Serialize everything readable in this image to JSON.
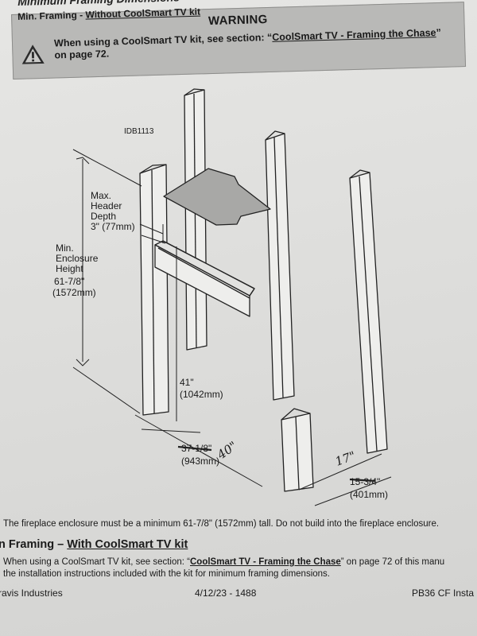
{
  "header": {
    "page_heading": "Minimum Framing Dimensions",
    "subheading_prefix": "Min. Framing - ",
    "subheading_link": "Without CoolSmart TV kit"
  },
  "warning": {
    "title": "WARNING",
    "text_prefix": "When using a CoolSmart TV kit, see section: “",
    "text_link": "CoolSmart TV - Framing the Chase",
    "text_suffix": "” on page 72."
  },
  "diagram": {
    "id_label": "IDB1113",
    "header_label_lines": [
      "Max.",
      "Header",
      "Depth",
      "3\" (77mm)"
    ],
    "enclosure_label_lines": [
      "Min.",
      "Enclosure",
      "Height",
      "61-7/8\"",
      "(1572mm)"
    ],
    "height_label_lines": [
      "41\"",
      "(1042mm)"
    ],
    "width_label_struck": "37-1/8\"",
    "width_label_mm": "(943mm)",
    "width_handwritten": "40\"",
    "depth_label_struck": "15-3/4\"",
    "depth_label_mm": "(401mm)",
    "depth_handwritten": "17\""
  },
  "note": "The fireplace enclosure must be a minimum 61-7/8\" (1572mm) tall.  Do not build into the fireplace enclosure.",
  "section": {
    "heading_prefix": "n Framing – ",
    "heading_link": "With CoolSmart TV kit",
    "line1_prefix": "When using a CoolSmart TV kit, see section: “",
    "line1_link": "CoolSmart TV - Framing the Chase",
    "line1_suffix": "” on page 72 of this manu",
    "line2": "the installation instructions included with the kit for minimum framing dimensions."
  },
  "footer": {
    "left": "ravis Industries",
    "center": "4/12/23 - 1488",
    "right": "PB36 CF Insta"
  }
}
